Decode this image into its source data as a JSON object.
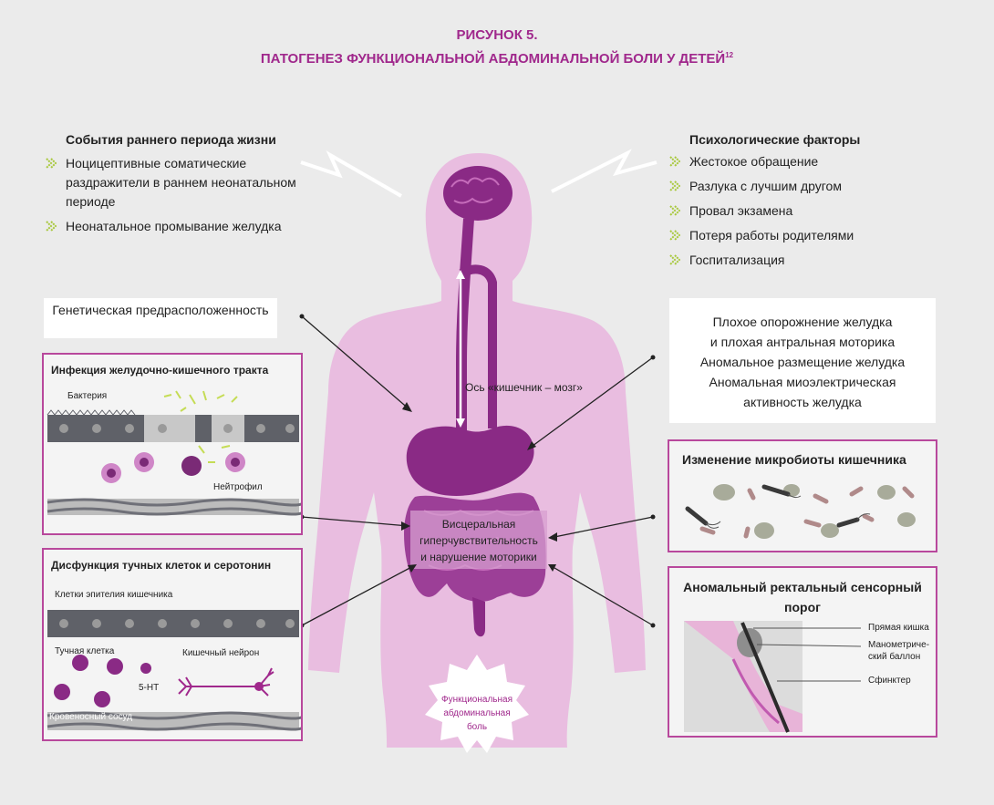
{
  "title": {
    "line1": "РИСУНОК 5.",
    "line2": "ПАТОГЕНЕЗ ФУНКЦИОНАЛЬНОЙ АБДОМИНАЛЬНОЙ БОЛИ У ДЕТЕЙ",
    "sup": "12"
  },
  "early_life": {
    "heading": "События раннего периода жизни",
    "items": [
      "Ноцицептивные соматические раздражители в раннем неонатальном периоде",
      "Неонатальное промывание желудка"
    ]
  },
  "psych": {
    "heading": "Психологические факторы",
    "items": [
      "Жестокое обращение",
      "Разлука с лучшим другом",
      "Провал экзамена",
      "Потеря работы родителями",
      "Госпитализация"
    ]
  },
  "genetic": {
    "text": "Генетическая предрасположенность"
  },
  "infection": {
    "title": "Инфекция желудочно-кишечного тракта",
    "bacteria": "Бактерия",
    "neutrophil": "Нейтрофил"
  },
  "mast": {
    "title": "Дисфункция тучных клеток и серотонин",
    "epithelium": "Клетки эпителия кишечника",
    "mast_cell": "Тучная клетка",
    "ht": "5-НТ",
    "neuron": "Кишечный нейрон",
    "vessel": "Кровеносный сосуд"
  },
  "gastric": {
    "lines": [
      "Плохое опорожнение желудка",
      "и плохая антральная моторика",
      "Аномальное размещение желудка",
      "Аномальная миоэлектрическая",
      "активность желудка"
    ]
  },
  "microbiota": {
    "title": "Изменение микробиоты кишечника"
  },
  "rectal": {
    "title": "Аномальный ректальный сенсорный порог",
    "labels": [
      "Прямая кишка",
      "Манометриче-ский баллон",
      "Сфинктер"
    ]
  },
  "axis": {
    "text": "Ось «кишечник – мозг»"
  },
  "visceral": {
    "lines": [
      "Висцеральная",
      "гиперчувствительность",
      "и нарушение моторики"
    ]
  },
  "pain": {
    "lines": [
      "Функциональная",
      "абдоминальная",
      "боль"
    ]
  },
  "colors": {
    "accent": "#a0288c",
    "body": "#e9bde0",
    "organ": "#8a2a85",
    "chevron": "#a8c83c",
    "panel_border": "#b8489c"
  }
}
